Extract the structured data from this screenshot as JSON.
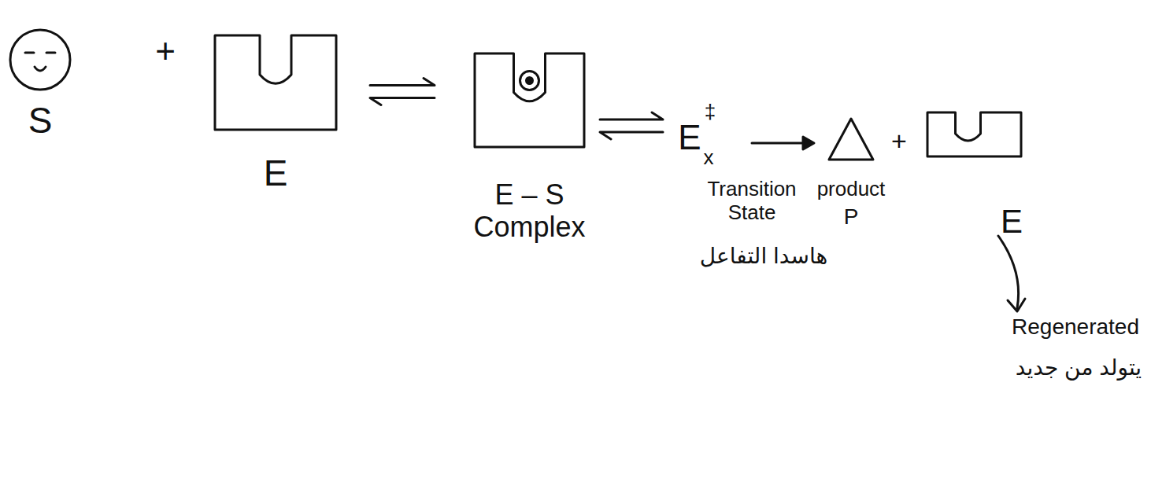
{
  "diagram": {
    "nodes": [
      {
        "text": [
          "S"
        ]
      },
      {
        "text": [
          "E"
        ]
      },
      {
        "text": [
          "E – S Complex"
        ]
      },
      {
        "text": [
          "product",
          "P"
        ]
      },
      {
        "text": [
          "E"
        ]
      }
    ],
    "edges": [
      {
        "from": 1,
        "to": 2,
        "arrow": "both"
      }
    ],
    "labels": [
      "+",
      "E",
      "‡",
      "x",
      "Transition State",
      "هاسدا التفاعل",
      "+",
      "Regenerated",
      "يتولد من جديد"
    ]
  }
}
